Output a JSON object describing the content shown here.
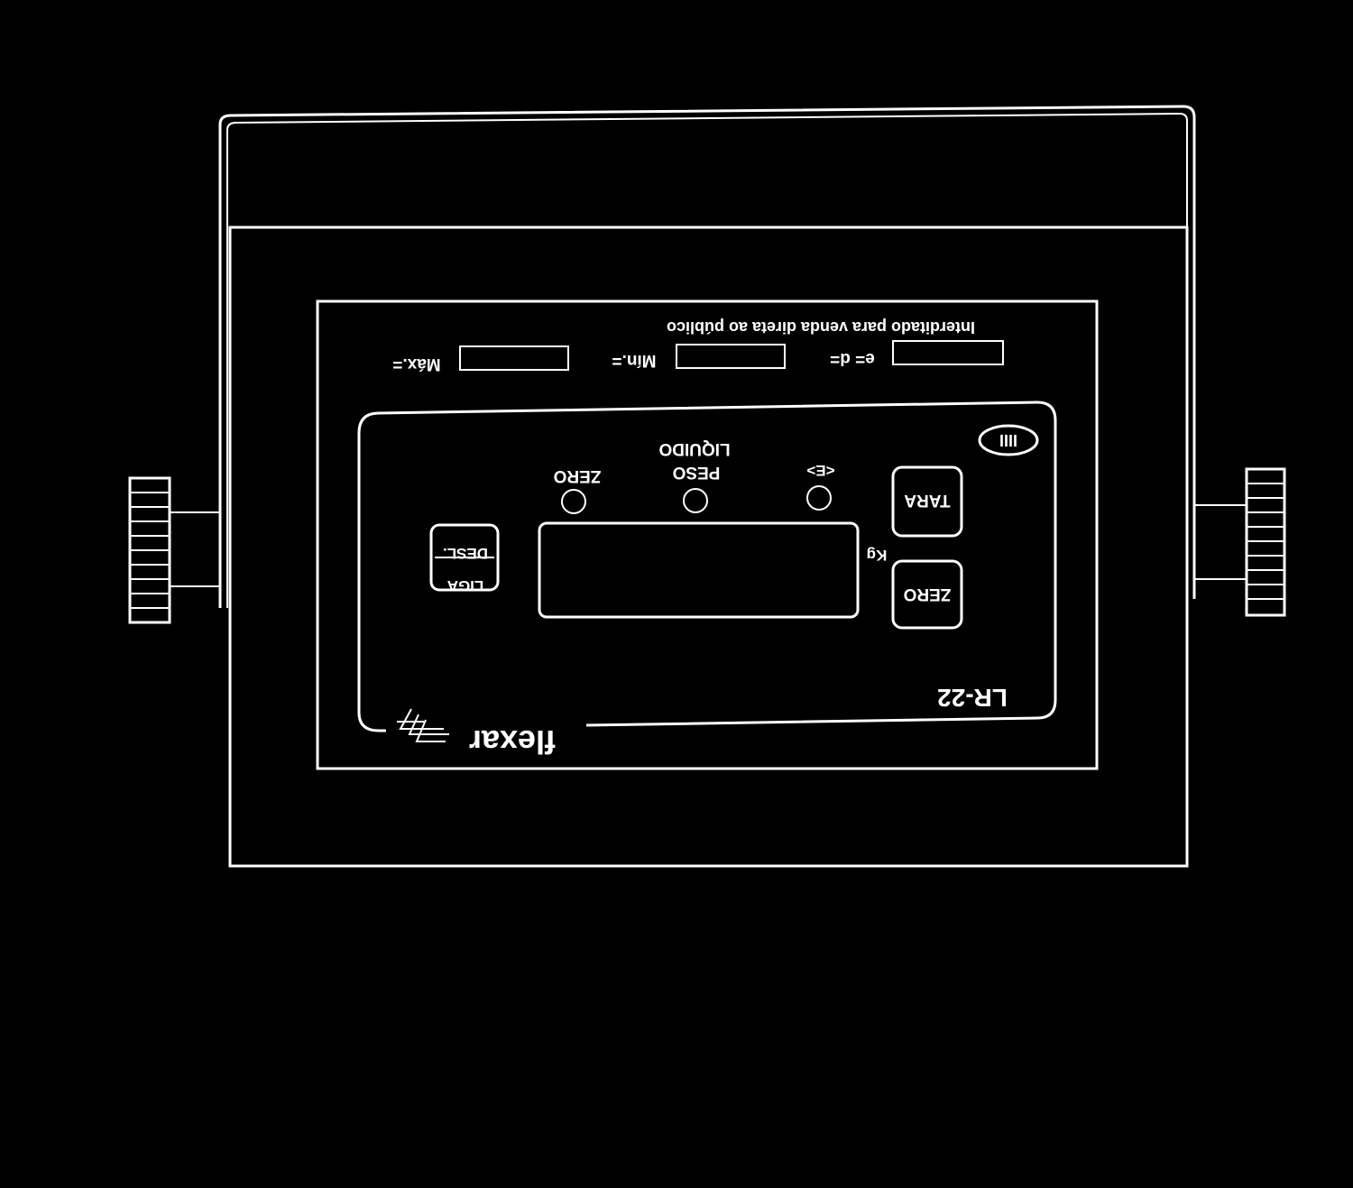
{
  "panel": {
    "notice": "Interditado para venda direta ao público",
    "max_label": "Máx.=",
    "min_label": "Mín.=",
    "e_d_label": "e= d=",
    "max_value": "",
    "min_value": "",
    "e_d_value": ""
  },
  "indicators": {
    "zero": "ZERO",
    "peso_liquido_line1": "LIQUIDO",
    "peso_liquido_line2": "PESO",
    "e": "<E>"
  },
  "buttons": {
    "power_top": "DESL.",
    "power_bottom": "LIGA",
    "tara": "TARA",
    "zero": "ZERO"
  },
  "display": {
    "unit": "Kg",
    "value": ""
  },
  "branding": {
    "model": "LR-22",
    "brand": "flexar",
    "badge": "IIII"
  },
  "colors": {
    "background": "#000000",
    "line": "#ffffff"
  }
}
